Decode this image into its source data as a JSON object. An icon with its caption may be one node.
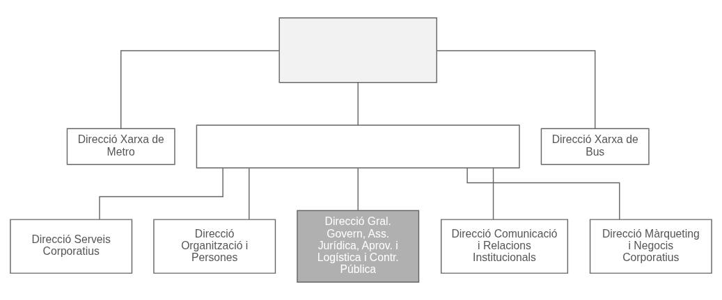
{
  "diagram": {
    "nodes": [
      {
        "text": [],
        "shape": "box"
      },
      {
        "text": [
          "Direcció Xarxa de Metro"
        ]
      },
      {
        "text": [],
        "shape": "box"
      },
      {
        "text": [
          "Direcció Xarxa de Bus"
        ]
      },
      {
        "text": [
          "Direcció Serveis Corporatius"
        ]
      },
      {
        "text": [
          "Direcció Organització i Persones"
        ]
      },
      {
        "text": [
          "Direcció Gral. Govern, Ass. Jurídica, Aprov. i Logística i Contr. Pública"
        ]
      },
      {
        "text": [
          "Direcció Comunicació i Relacions Institucionals"
        ]
      },
      {
        "text": [
          "Direcció Màrqueting i Negocis Corporatius"
        ]
      }
    ],
    "edges": [
      {
        "from": 0,
        "to": 1,
        "arrow": "none"
      },
      {
        "from": 0,
        "to": 2,
        "arrow": "none"
      },
      {
        "from": 0,
        "to": 3,
        "arrow": "none"
      },
      {
        "from": 2,
        "to": 4,
        "arrow": "none"
      },
      {
        "from": 2,
        "to": 5,
        "arrow": "none"
      },
      {
        "from": 2,
        "to": 6,
        "arrow": "none"
      },
      {
        "from": 2,
        "to": 7,
        "arrow": "none"
      },
      {
        "from": 2,
        "to": 8,
        "arrow": "none"
      }
    ]
  }
}
